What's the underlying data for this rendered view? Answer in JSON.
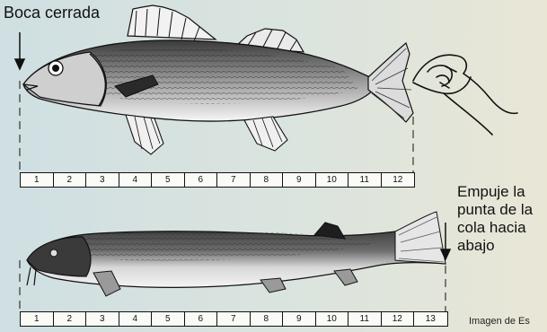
{
  "labels": {
    "closed_mouth": "Boca cerrada",
    "tail_instruction": "Empuje la punta de la cola hacia abajo",
    "credit": "Imagen de Es"
  },
  "ruler_top": [
    "1",
    "2",
    "3",
    "4",
    "5",
    "6",
    "7",
    "8",
    "9",
    "10",
    "11",
    "12"
  ],
  "ruler_bottom": [
    "1",
    "2",
    "3",
    "4",
    "5",
    "6",
    "7",
    "8",
    "9",
    "10",
    "11",
    "12",
    "13"
  ],
  "icons": {
    "walleye": "walleye-fish-icon",
    "sturgeon": "sturgeon-fish-icon",
    "hand": "hand-pinching-tail-icon",
    "arrow_down": "arrow-down-icon"
  },
  "colors": {
    "background_left": "#cfdfe2",
    "background_right": "#e9e6d6",
    "ink": "#111111"
  }
}
